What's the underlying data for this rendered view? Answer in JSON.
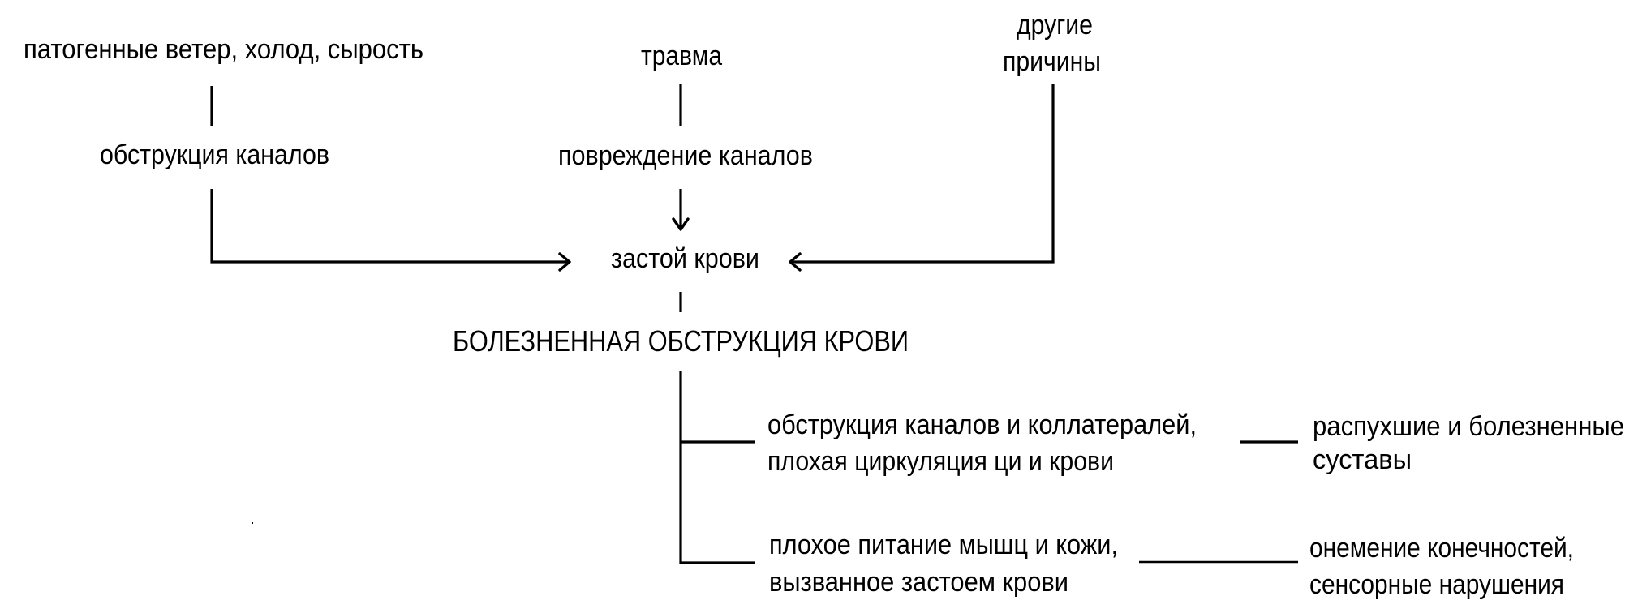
{
  "diagram": {
    "title": "БОЛЕЗНЕННАЯ ОБСТРУКЦИЯ КРОВИ",
    "causes": [
      {
        "id": "pathogenic",
        "label": "патогенные ветер, холод, сырость",
        "effect": "обструкция каналов"
      },
      {
        "id": "trauma",
        "label": "травма",
        "effect": "повреждение каналов"
      },
      {
        "id": "other",
        "label_lines": [
          "другие",
          "причины"
        ]
      }
    ],
    "intermediate": "застой крови",
    "outcomes": [
      {
        "id": "channels",
        "mechanism_lines": [
          "обструкция каналов и коллатералей,",
          "плохая циркуляция ци и крови"
        ],
        "symptom_lines": [
          "распухшие и болезненные",
          "суставы"
        ]
      },
      {
        "id": "nutrition",
        "mechanism_lines": [
          "плохое питание мышц и кожи,",
          "вызванное застоем крови"
        ],
        "symptom_lines": [
          "онемение конечностей,",
          "сенсорные нарушения"
        ]
      }
    ],
    "colors": {
      "ink": "#000000",
      "background": "#ffffff"
    }
  }
}
